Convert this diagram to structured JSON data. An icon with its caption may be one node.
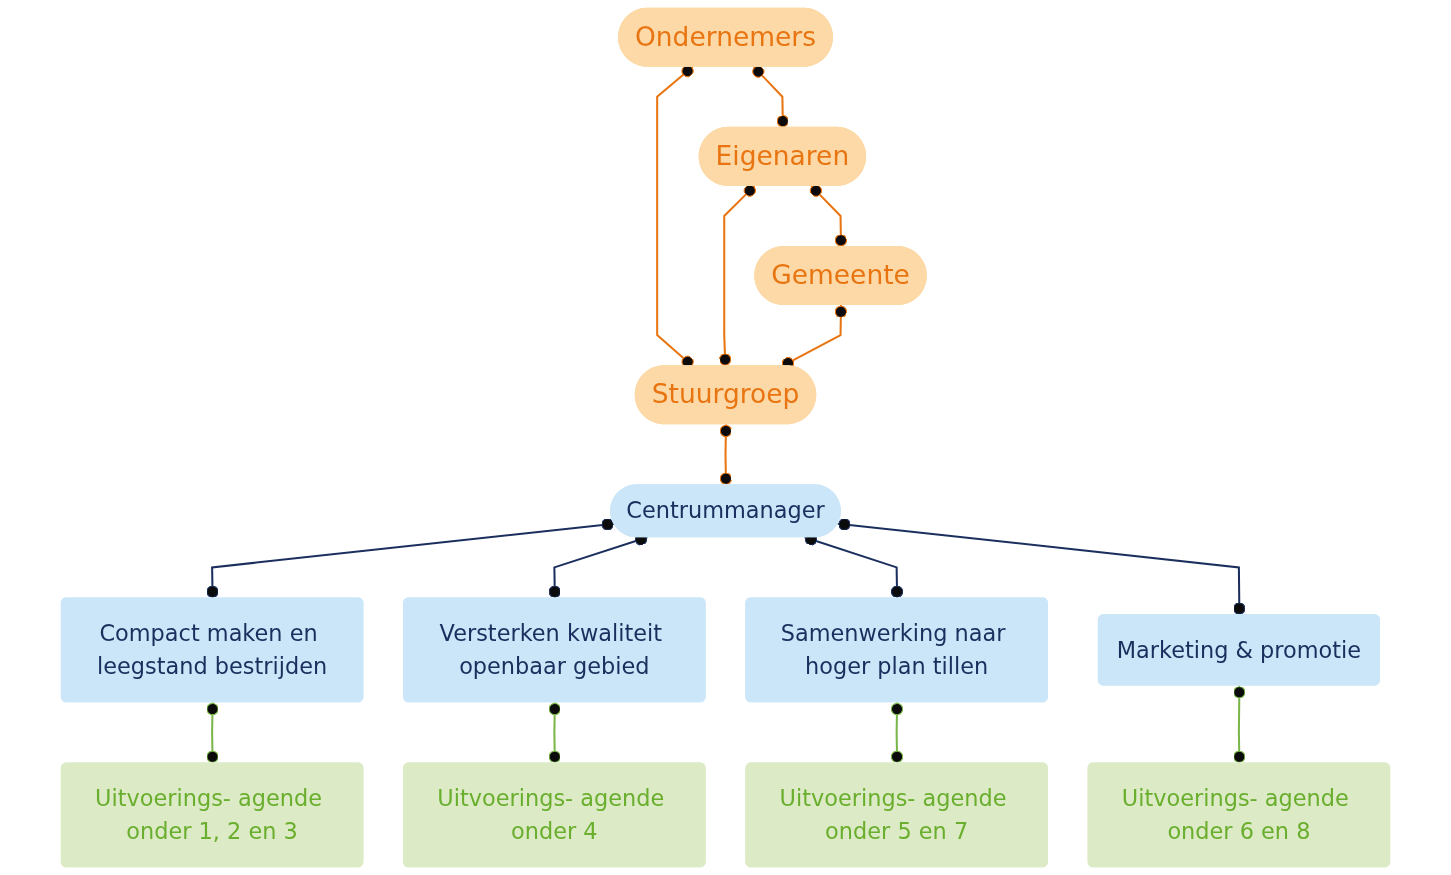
{
  "diagram": {
    "nodes": [
      {
        "text": [
          "Ondernemers"
        ]
      },
      {
        "text": [
          "Eigenaren"
        ]
      },
      {
        "text": [
          "Gemeente"
        ]
      },
      {
        "text": [
          "Stuurgroep"
        ]
      },
      {
        "text": [
          "Centrummanager"
        ]
      },
      {
        "text": [
          "Compact maken en leegstand bestrijden"
        ]
      },
      {
        "text": [
          "Versterken kwaliteit openbaar gebied"
        ]
      },
      {
        "text": [
          "Samenwerking naar hoger plan tillen"
        ]
      },
      {
        "text": [
          "Marketing & promotie"
        ]
      },
      {
        "text": [
          "Uitvoerings- agende onder 1, 2 en 3"
        ]
      },
      {
        "text": [
          "Uitvoerings- agende onder 4"
        ]
      },
      {
        "text": [
          "Uitvoerings- agende onder 5 en 7"
        ]
      },
      {
        "text": [
          "Uitvoerings- agende onder 6 en 8"
        ]
      }
    ],
    "edges": [
      {
        "from": 0,
        "to": 1,
        "arrow": "other"
      },
      {
        "from": 1,
        "to": 2,
        "arrow": "other"
      },
      {
        "from": 0,
        "to": 3,
        "arrow": "other"
      },
      {
        "from": 1,
        "to": 3,
        "arrow": "other"
      },
      {
        "from": 2,
        "to": 3,
        "arrow": "other"
      },
      {
        "from": 3,
        "to": 4,
        "arrow": "other"
      },
      {
        "from": 4,
        "to": 5,
        "arrow": "other",
        "color": "#1b2f5e"
      },
      {
        "from": 4,
        "to": 6,
        "arrow": "other",
        "color": "#1b2f5e"
      },
      {
        "from": 4,
        "to": 7,
        "arrow": "other",
        "color": "#1b2f5e"
      },
      {
        "from": 4,
        "to": 8,
        "arrow": "other",
        "color": "#1b2f5e"
      },
      {
        "from": 5,
        "to": 9,
        "arrow": "other",
        "color": "#7ab648"
      },
      {
        "from": 6,
        "to": 10,
        "arrow": "other",
        "color": "#7ab648"
      },
      {
        "from": 7,
        "to": 11,
        "arrow": "other",
        "color": "#7ab648"
      },
      {
        "from": 8,
        "to": 12,
        "arrow": "other",
        "color": "#7ab648"
      }
    ]
  }
}
